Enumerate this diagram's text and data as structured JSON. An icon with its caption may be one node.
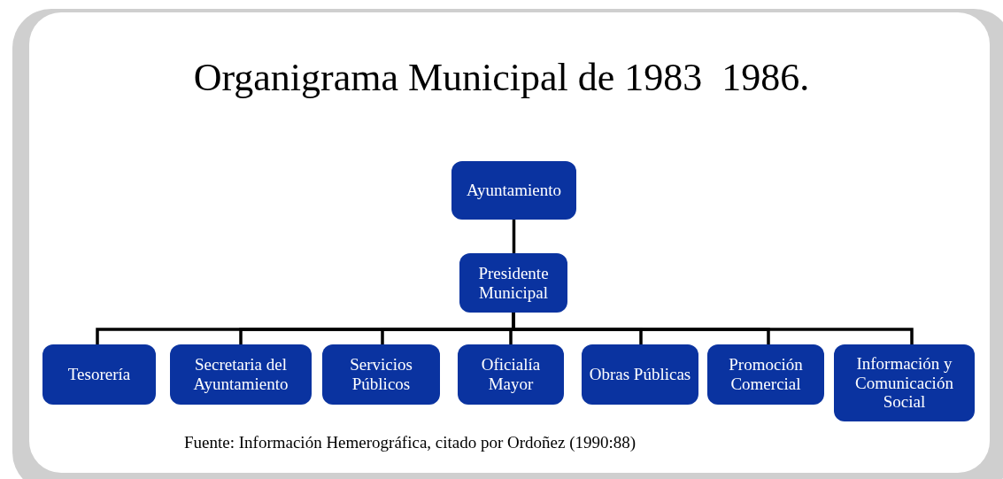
{
  "diagram": {
    "title": "Organigrama Municipal de 1983  1986.",
    "nodes": [
      {
        "text": [
          "Ayuntamiento"
        ]
      },
      {
        "text": [
          "Presidente Municipal"
        ]
      },
      {
        "text": [
          "Tesorería"
        ]
      },
      {
        "text": [
          "Secretaria del Ayuntamiento"
        ]
      },
      {
        "text": [
          "Servicios Públicos"
        ]
      },
      {
        "text": [
          "Oficialía Mayor"
        ]
      },
      {
        "text": [
          "Obras Públicas"
        ]
      },
      {
        "text": [
          "Promoción Comercial"
        ]
      },
      {
        "text": [
          "Información y Comunicación Social"
        ]
      }
    ],
    "edges": [
      {
        "from": 0,
        "to": 1,
        "arrow": "none"
      },
      {
        "from": 1,
        "to": 2,
        "arrow": "none"
      },
      {
        "from": 1,
        "to": 3,
        "arrow": "none"
      },
      {
        "from": 1,
        "to": 4,
        "arrow": "none"
      },
      {
        "from": 1,
        "to": 5,
        "arrow": "none"
      },
      {
        "from": 1,
        "to": 6,
        "arrow": "none"
      },
      {
        "from": 1,
        "to": 7,
        "arrow": "none"
      },
      {
        "from": 1,
        "to": 8,
        "arrow": "none"
      }
    ],
    "caption": "Fuente: Información Hemerográfica, citado por Ordoñez (1990:88)"
  }
}
